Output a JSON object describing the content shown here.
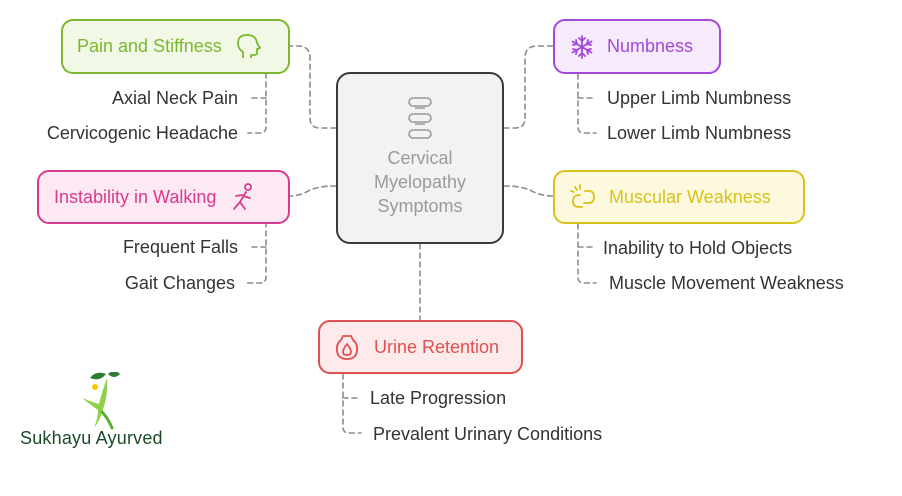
{
  "center": {
    "title_lines": [
      "Cervical",
      "Myelopathy",
      "Symptoms"
    ],
    "icon": "spine-icon"
  },
  "branches": {
    "pain": {
      "label": "Pain and Stiffness",
      "icon": "head-icon",
      "color": "#7cb82f",
      "bg": "#f1f8e6",
      "items": [
        "Axial Neck Pain",
        "Cervicogenic Headache"
      ]
    },
    "instability": {
      "label": "Instability in Walking",
      "icon": "falling-person-icon",
      "color": "#d83a8c",
      "bg": "#fde9f3",
      "items": [
        "Frequent Falls",
        "Gait Changes"
      ]
    },
    "numbness": {
      "label": "Numbness",
      "icon": "snowflake-icon",
      "color": "#a348d8",
      "bg": "#f6eafc",
      "items": [
        "Upper Limb Numbness",
        "Lower Limb Numbness"
      ]
    },
    "weakness": {
      "label": "Muscular Weakness",
      "icon": "broken-link-icon",
      "color": "#d8c21a",
      "bg": "#fcf9df",
      "items": [
        "Inability to Hold Objects",
        "Muscle Movement Weakness"
      ]
    },
    "urine": {
      "label": "Urine Retention",
      "icon": "bladder-icon",
      "color": "#e05050",
      "bg": "#fdeaea",
      "items": [
        "Late Progression",
        "Prevalent Urinary Conditions"
      ]
    }
  },
  "logo": {
    "text": "Sukhayu Ayurved",
    "icon": "leaf-figure-icon",
    "color": "#2f7d32"
  }
}
